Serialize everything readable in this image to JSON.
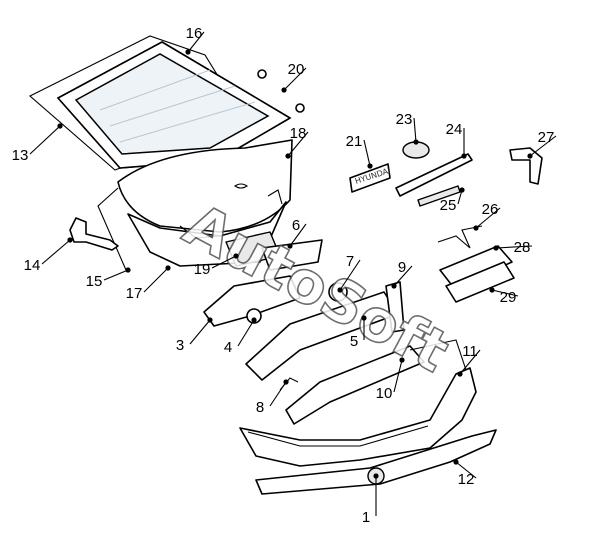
{
  "diagram": {
    "watermark": "AutoSoft",
    "callouts": [
      {
        "id": "1",
        "label": "1"
      },
      {
        "id": "3",
        "label": "3"
      },
      {
        "id": "4",
        "label": "4"
      },
      {
        "id": "5",
        "label": "5"
      },
      {
        "id": "6",
        "label": "6"
      },
      {
        "id": "7",
        "label": "7"
      },
      {
        "id": "8",
        "label": "8"
      },
      {
        "id": "9",
        "label": "9"
      },
      {
        "id": "10",
        "label": "10"
      },
      {
        "id": "11",
        "label": "11"
      },
      {
        "id": "12",
        "label": "12"
      },
      {
        "id": "13",
        "label": "13"
      },
      {
        "id": "14",
        "label": "14"
      },
      {
        "id": "15",
        "label": "15"
      },
      {
        "id": "16",
        "label": "16"
      },
      {
        "id": "17",
        "label": "17"
      },
      {
        "id": "18",
        "label": "18"
      },
      {
        "id": "19",
        "label": "19"
      },
      {
        "id": "20",
        "label": "20"
      },
      {
        "id": "21",
        "label": "21"
      },
      {
        "id": "23",
        "label": "23"
      },
      {
        "id": "24",
        "label": "24"
      },
      {
        "id": "25",
        "label": "25"
      },
      {
        "id": "26",
        "label": "26"
      },
      {
        "id": "27",
        "label": "27"
      },
      {
        "id": "28",
        "label": "28"
      },
      {
        "id": "29",
        "label": "29"
      }
    ]
  }
}
